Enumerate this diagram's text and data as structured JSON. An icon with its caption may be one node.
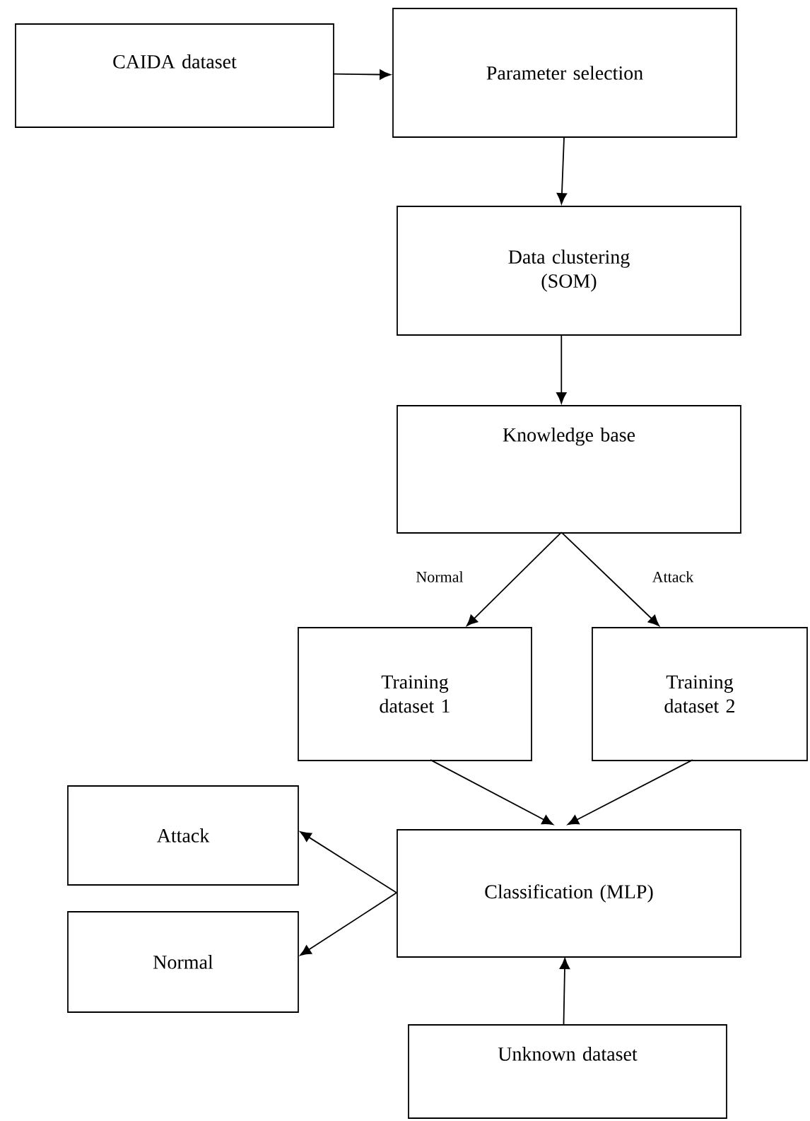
{
  "diagram": {
    "nodes": [
      {
        "text": [
          "CAIDA dataset"
        ]
      },
      {
        "text": [
          "Parameter selection"
        ]
      },
      {
        "text": [
          "Data clustering (SOM)"
        ]
      },
      {
        "text": [
          "Knowledge base"
        ]
      },
      {
        "text": [
          "Training dataset 1"
        ]
      },
      {
        "text": [
          "Training dataset 2"
        ]
      },
      {
        "text": [
          "Attack"
        ]
      },
      {
        "text": [
          "Normal"
        ]
      },
      {
        "text": [
          "Classification (MLP)"
        ]
      },
      {
        "text": [
          "Unknown dataset"
        ]
      }
    ],
    "edges": [
      {
        "from": 0,
        "to": 1,
        "arrow": "to"
      },
      {
        "from": 1,
        "to": 2,
        "arrow": "to"
      },
      {
        "from": 2,
        "to": 3,
        "arrow": "to"
      },
      {
        "from": 3,
        "to": 4,
        "arrow": "to",
        "label": "Normal"
      },
      {
        "from": 3,
        "to": 5,
        "arrow": "to",
        "label": "Attack"
      },
      {
        "from": 4,
        "to": 8,
        "arrow": "to"
      },
      {
        "from": 5,
        "to": 8,
        "arrow": "to"
      },
      {
        "from": 8,
        "to": 6,
        "arrow": "to"
      },
      {
        "from": 8,
        "to": 7,
        "arrow": "to"
      },
      {
        "from": 9,
        "to": 8,
        "arrow": "to"
      }
    ]
  }
}
